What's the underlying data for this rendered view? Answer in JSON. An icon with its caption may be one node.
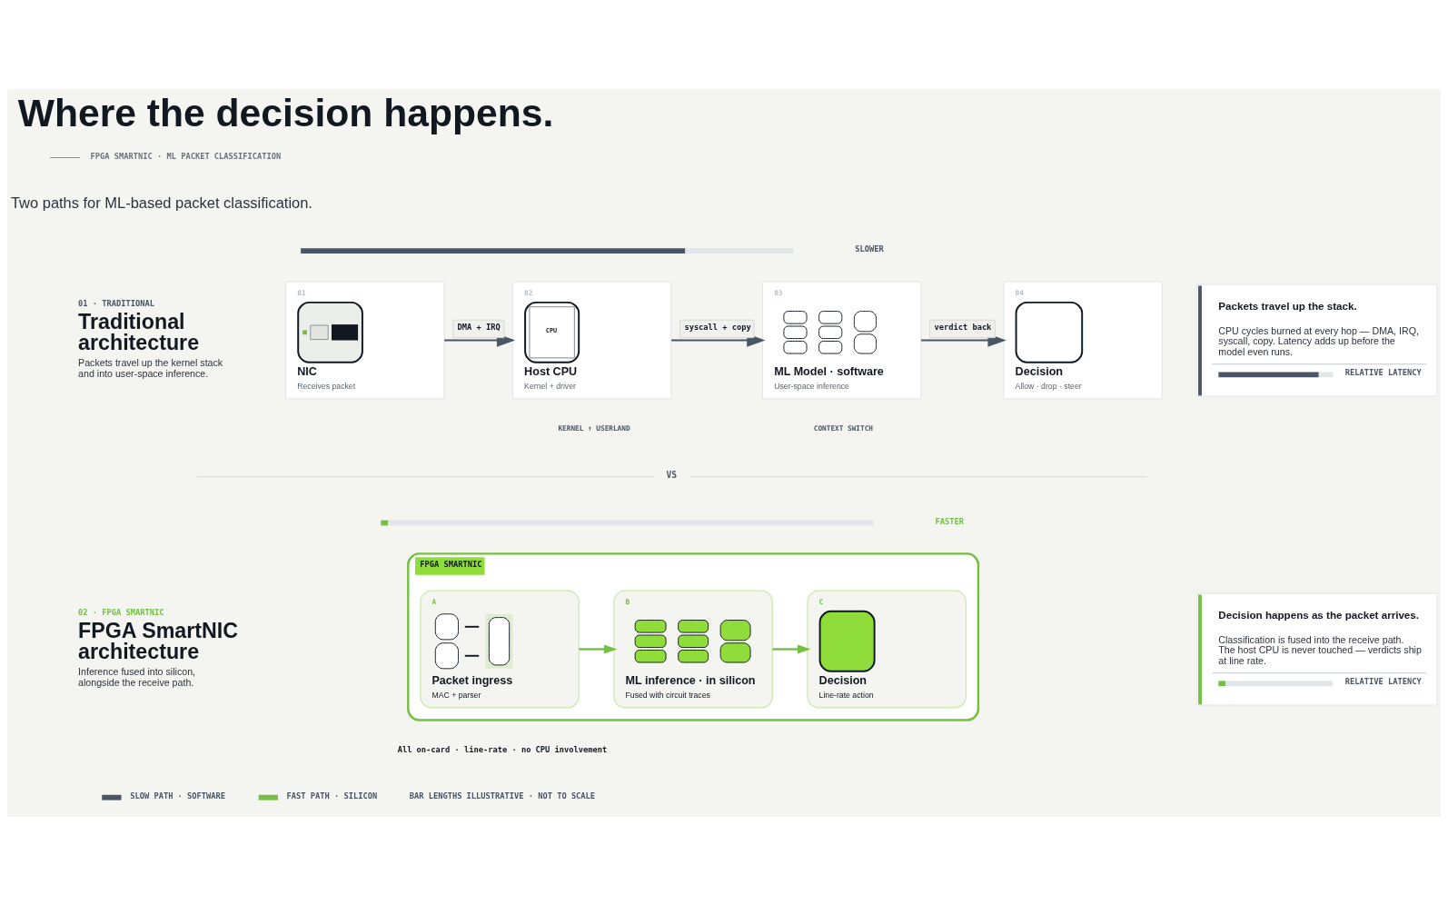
{
  "diagram": {
    "title": "Where the decision happens.",
    "nodes": [
      {
        "text": [
          "01",
          "NIC",
          "Receives packet"
        ]
      },
      {
        "text": [
          "02",
          "CPU",
          "Host CPU",
          "Kernel + driver"
        ]
      },
      {
        "text": [
          "03",
          "ML Model · software",
          "User-space inference"
        ]
      },
      {
        "text": [
          "04",
          "Decision",
          "Allow · drop · steer"
        ]
      },
      {
        "text": [
          "Packets travel up the stack.",
          "CPU cycles burned at every hop — DMA, IRQ, syscall, copy. Latency adds up before the model even runs.",
          "RELATIVE LATENCY"
        ]
      },
      {
        "text": [
          "FPGA SMARTNIC"
        ]
      },
      {
        "text": [
          "A",
          "Packet ingress",
          "MAC + parser"
        ],
        "in": 5
      },
      {
        "text": [
          "B",
          "ML inference · in silicon",
          "Fused with circuit traces"
        ],
        "in": 5
      },
      {
        "text": [
          "C",
          "Decision",
          "Line-rate action"
        ],
        "in": 5
      },
      {
        "text": [
          "Decision happens as the packet arrives.",
          "Classification is fused into the receive path. The host CPU is never touched — verdicts ship at line rate.",
          "RELATIVE LATENCY"
        ]
      }
    ],
    "edges": [
      {
        "from": 0,
        "to": 1,
        "arrow": "to",
        "label": "DMA + IRQ"
      },
      {
        "from": 1,
        "to": 2,
        "arrow": "to",
        "label": "syscall + copy"
      },
      {
        "from": 2,
        "to": 3,
        "arrow": "to",
        "label": "verdict back"
      },
      {
        "from": 6,
        "to": 7,
        "arrow": "to",
        "color": "#74c043"
      },
      {
        "from": 7,
        "to": 8,
        "arrow": "to",
        "color": "#74c043"
      }
    ],
    "labels": [
      "FPGA SMARTNIC · ML PACKET CLASSIFICATION",
      "Two paths for ML-based packet classification.",
      "SLOWER",
      "01 · TRADITIONAL",
      "Traditional architecture",
      "Packets travel up the kernel stack and into user-space inference.",
      "KERNEL ↑ USERLAND",
      "CONTEXT SWITCH",
      "VS",
      "FASTER",
      "02 · FPGA SMARTNIC",
      "FPGA SmartNIC architecture",
      "Inference fused into silicon, alongside the receive path.",
      "All on-card · line-rate · no CPU involvement",
      "BAR LENGTHS ILLUSTRATIVE · NOT TO SCALE"
    ],
    "legend": [
      {
        "text": "SLOW PATH · SOFTWARE",
        "color": "#4a5565"
      },
      {
        "text": "FAST PATH · SILICON",
        "color": "#74c043"
      }
    ]
  }
}
